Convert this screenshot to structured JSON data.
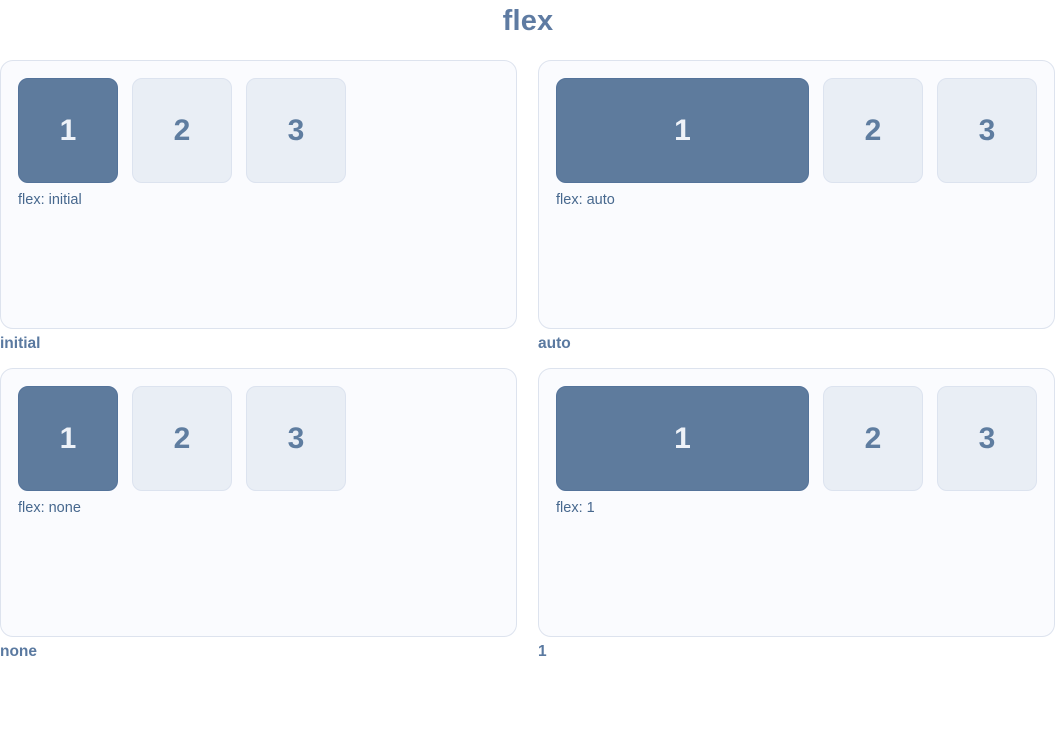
{
  "page": {
    "title": "flex"
  },
  "box_labels": [
    "1",
    "2",
    "3"
  ],
  "examples": [
    {
      "caption": "initial",
      "label": "flex: initial",
      "grow": false
    },
    {
      "caption": "auto",
      "label": "flex: auto",
      "grow": true
    },
    {
      "caption": "none",
      "label": "flex: none",
      "grow": false
    },
    {
      "caption": "1",
      "label": "flex: 1",
      "grow": true
    }
  ],
  "colors": {
    "accent_box": "#5e7b9d",
    "light_box": "#e9eef5",
    "light_box_border": "#dce3ef",
    "card_background": "#fafbfe",
    "card_border": "#dde3ee",
    "title_text": "#5e7ba2",
    "caption_text": "#5a79a0",
    "label_text": "#47688e"
  }
}
